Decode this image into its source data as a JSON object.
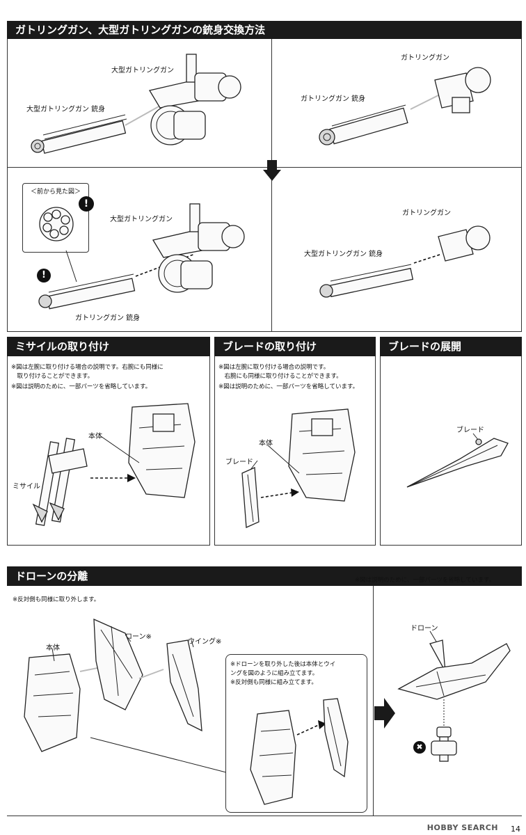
{
  "section_gatling": {
    "title": "ガトリングガン、大型ガトリングガンの銃身交換方法",
    "top_left": {
      "large_gun": "大型ガトリングガン",
      "barrel": "大型ガトリングガン 銃身"
    },
    "top_right": {
      "gun": "ガトリングガン",
      "barrel": "ガトリングガン 銃身"
    },
    "bottom_left": {
      "front_view": "＜前から見た図＞",
      "large_gun": "大型ガトリングガン",
      "barrel": "ガトリングガン 銃身"
    },
    "bottom_right": {
      "gun": "ガトリングガン",
      "barrel": "大型ガトリングガン 銃身"
    },
    "caution_mark": "!"
  },
  "section_missile": {
    "title": "ミサイルの取り付け",
    "notes": [
      "※図は左腕に取り付ける場合の説明です。右腕にも同様に",
      "　取り付けることができます。",
      "※図は説明のために、一部パーツを省略しています。"
    ],
    "body_label": "本体",
    "missile_label": "ミサイル"
  },
  "section_blade_attach": {
    "title": "ブレードの取り付け",
    "notes": [
      "※図は左腕に取り付ける場合の説明です。",
      "　右腕にも同様に取り付けることができます。",
      "※図は説明のために、一部パーツを省略しています。"
    ],
    "body_label": "本体",
    "blade_label": "ブレード"
  },
  "section_blade_deploy": {
    "title": "ブレードの展開",
    "blade_label": "ブレード"
  },
  "section_drone": {
    "title": "ドローンの分離",
    "header_note": "※図は説明のために、一部パーツを省略しています。",
    "note": "※反対側も同様に取り外します。",
    "body_label": "本体",
    "drone_label": "ドローン※",
    "wing_label": "ウイング※",
    "box_notes": [
      "※ドローンを取り外した後は本体とウイ",
      "ングを図のように組み立てます。",
      "※反対側も同様に組み立てます。"
    ],
    "result_drone_label": "ドローン",
    "prohibit_mark": "✖"
  },
  "footer": {
    "logo": "HOBBY SEARCH",
    "page": "14"
  }
}
